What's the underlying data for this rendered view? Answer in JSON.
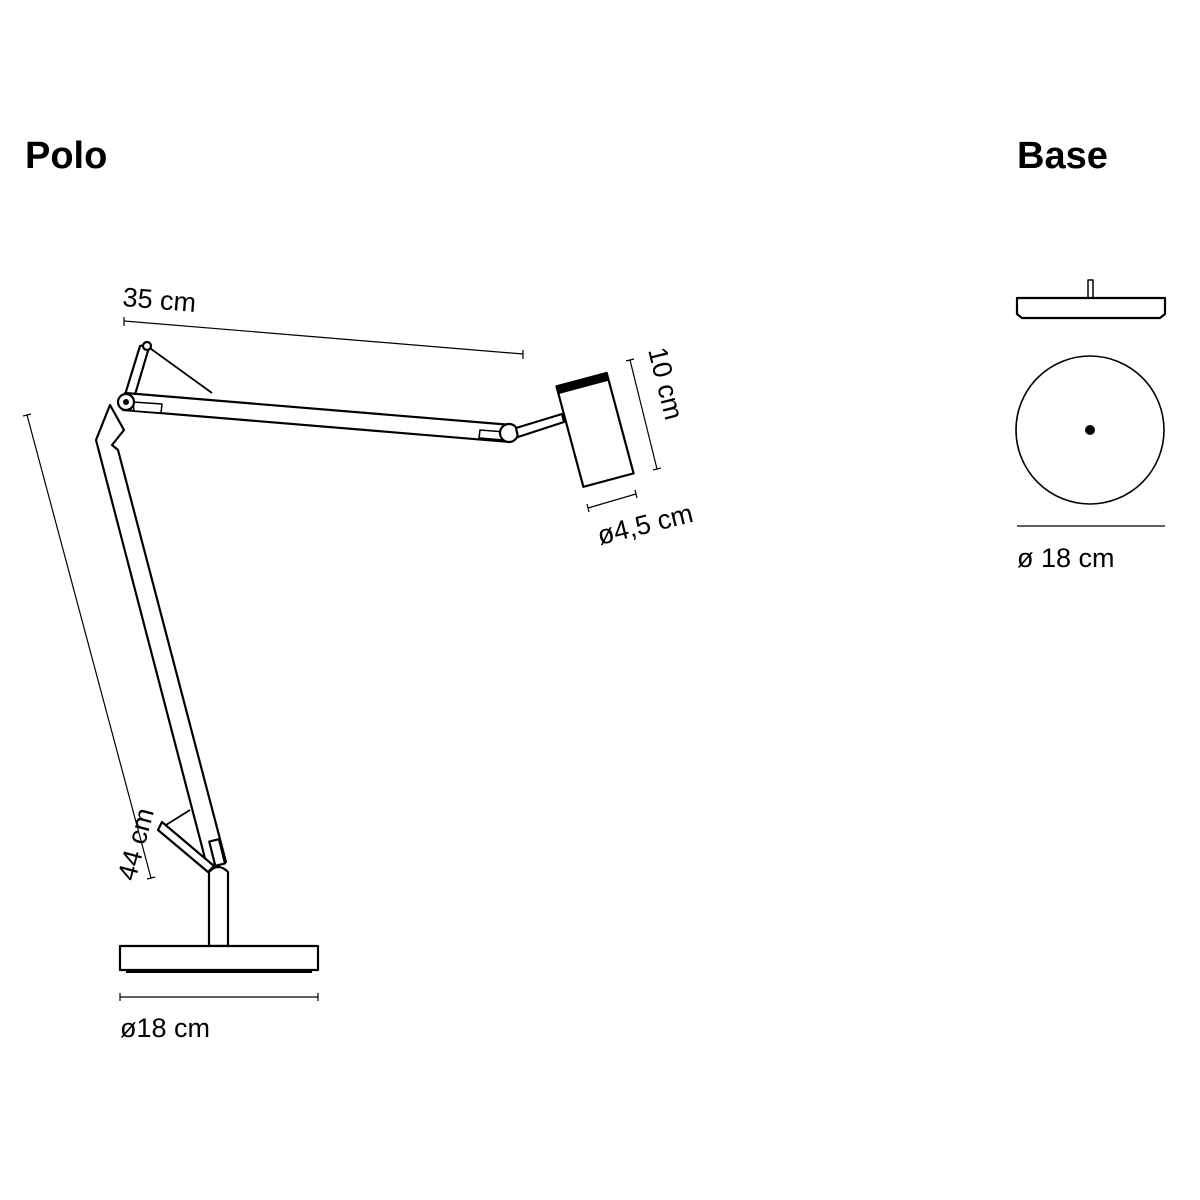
{
  "titles": {
    "left": "Polo",
    "right": "Base"
  },
  "dimensions": {
    "arm_length": "35 cm",
    "head_height": "10 cm",
    "head_diameter": "ø4,5 cm",
    "lower_arm_length": "44 cm",
    "base_diameter": "ø18 cm",
    "base_detail_diameter": "ø 18 cm"
  }
}
